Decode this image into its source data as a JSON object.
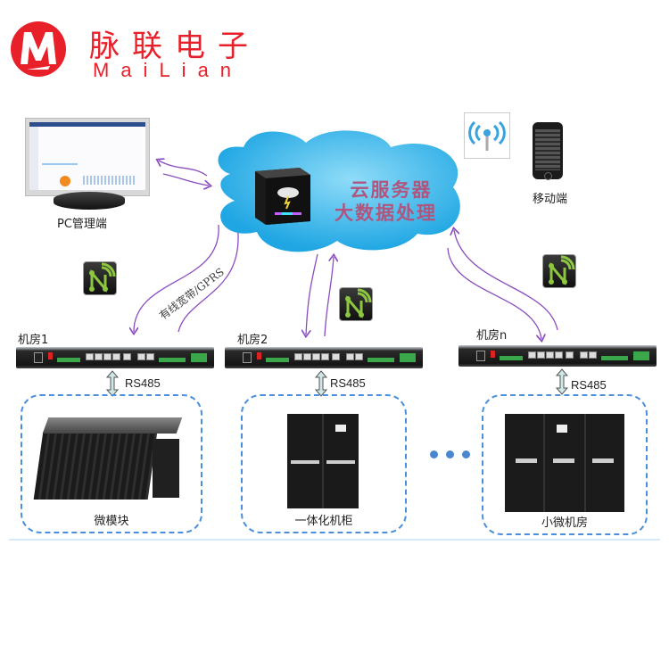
{
  "brand": {
    "name_cn": "脉联电子",
    "name_en": "MaiLian",
    "color": "#e8202a"
  },
  "cloud": {
    "line1": "云服务器",
    "line2": "大数据处理",
    "color": "#3bb4ea"
  },
  "clients": {
    "pc_label": "PC管理端",
    "mobile_label": "移动端"
  },
  "link": {
    "label": "有线宽带/GPRS",
    "arrow_color": "#8a4cc0"
  },
  "rooms": [
    {
      "label": "机房1",
      "bus": "RS485",
      "device": "微模块"
    },
    {
      "label": "机房2",
      "bus": "RS485",
      "device": "一体化机柜"
    },
    {
      "label": "机房n",
      "bus": "RS485",
      "device": "小微机房"
    }
  ],
  "icons": {
    "network": "network-n-icon",
    "wireless": "wifi-antenna-icon",
    "ellipsis": "ellipsis-dots"
  }
}
